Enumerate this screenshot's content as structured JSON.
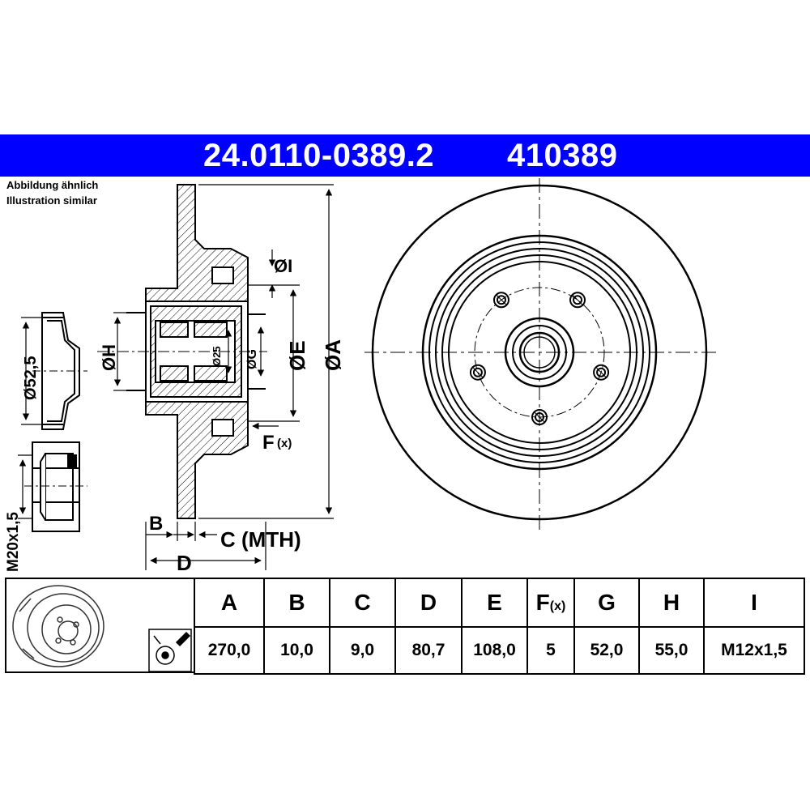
{
  "header": {
    "part_number": "24.0110-0389.2",
    "ref_number": "410389",
    "color": "#0000ff"
  },
  "notes": {
    "de": "Abbildung ähnlich",
    "en": "Illustration similar"
  },
  "labels": {
    "dia_I": "ØI",
    "dia_H": "ØH",
    "dia_25": "Ø25",
    "dia_G": "ØG",
    "dia_E": "ØE",
    "dia_A": "ØA",
    "F": "F",
    "F_x": "(x)",
    "B": "B",
    "C": "C (MTH)",
    "D": "D",
    "dia_52": "Ø52,5",
    "thread": "M20x1,5"
  },
  "table": {
    "headers": [
      "A",
      "B",
      "C",
      "D",
      "E",
      "F",
      "G",
      "H",
      "I"
    ],
    "f_suffix": "(x)",
    "values": [
      "270,0",
      "10,0",
      "9,0",
      "80,7",
      "108,0",
      "5",
      "52,0",
      "55,0",
      "M12x1,5"
    ]
  }
}
